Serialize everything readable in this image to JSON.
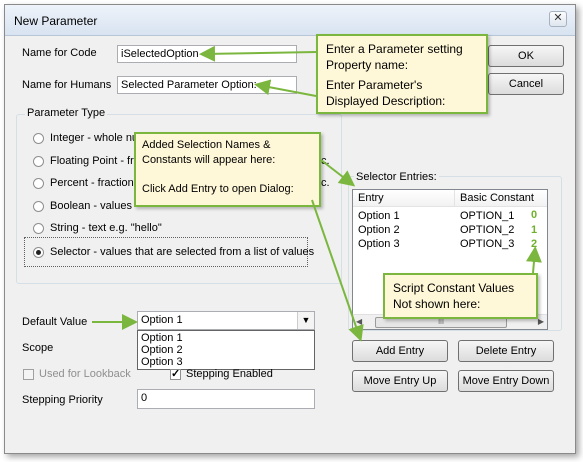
{
  "window": {
    "title": "New Parameter",
    "close_glyph": "✕"
  },
  "fields": {
    "name_for_code_label": "Name for Code",
    "name_for_code_value": "iSelectedOption",
    "name_for_humans_label": "Name for Humans",
    "name_for_humans_value": "Selected Parameter Option:"
  },
  "buttons": {
    "ok": "OK",
    "cancel": "Cancel",
    "add_entry": "Add Entry",
    "delete_entry": "Delete Entry",
    "move_up": "Move Entry Up",
    "move_down": "Move Entry Down"
  },
  "parameter_type": {
    "title": "Parameter Type",
    "options": [
      {
        "label": "Integer - whole nu",
        "selected": false
      },
      {
        "label": "Floating Point - fra",
        "selected": false
      },
      {
        "label": "Percent - fraction",
        "selected": false
      },
      {
        "label": "Boolean - values",
        "selected": false
      },
      {
        "label": "String - text e.g. \"hello\"",
        "selected": false
      },
      {
        "label": "Selector - values that are selected from a list of values",
        "selected": true
      }
    ],
    "trailing_fragment_1": "c.",
    "trailing_fragment_2": "c."
  },
  "selector": {
    "title": "Selector Entries:",
    "columns": [
      "Entry",
      "Basic Constant"
    ],
    "rows": [
      {
        "entry": "Option 1",
        "constant": "OPTION_1",
        "value": "0"
      },
      {
        "entry": "Option 2",
        "constant": "OPTION_2",
        "value": "1"
      },
      {
        "entry": "Option 3",
        "constant": "OPTION_3",
        "value": "2"
      }
    ],
    "scroll_thumb_glyph": "III"
  },
  "default_value": {
    "label": "Default Value",
    "selected": "Option 1",
    "options": [
      "Option 1",
      "Option 2",
      "Option 3"
    ]
  },
  "scope_label": "Scope",
  "used_for_lookback_label": "Used for Lookback",
  "stepping_enabled_label": "Stepping Enabled",
  "stepping_priority": {
    "label": "Stepping Priority",
    "value": "0"
  },
  "callouts": {
    "top": [
      "Enter a Parameter setting",
      "Property name:",
      "Enter Parameter's",
      "Displayed Description:"
    ],
    "middle": [
      "Added Selection Names &",
      "Constants will appear here:",
      "",
      "Click Add Entry to open Dialog:"
    ],
    "bottom": [
      "Script Constant Values",
      "Not shown here:"
    ]
  },
  "colors": {
    "callout_border": "#7bb73f",
    "callout_fill": "#fff8d8",
    "number_green": "#6fb12c",
    "selected_blue": "#3399ff"
  }
}
